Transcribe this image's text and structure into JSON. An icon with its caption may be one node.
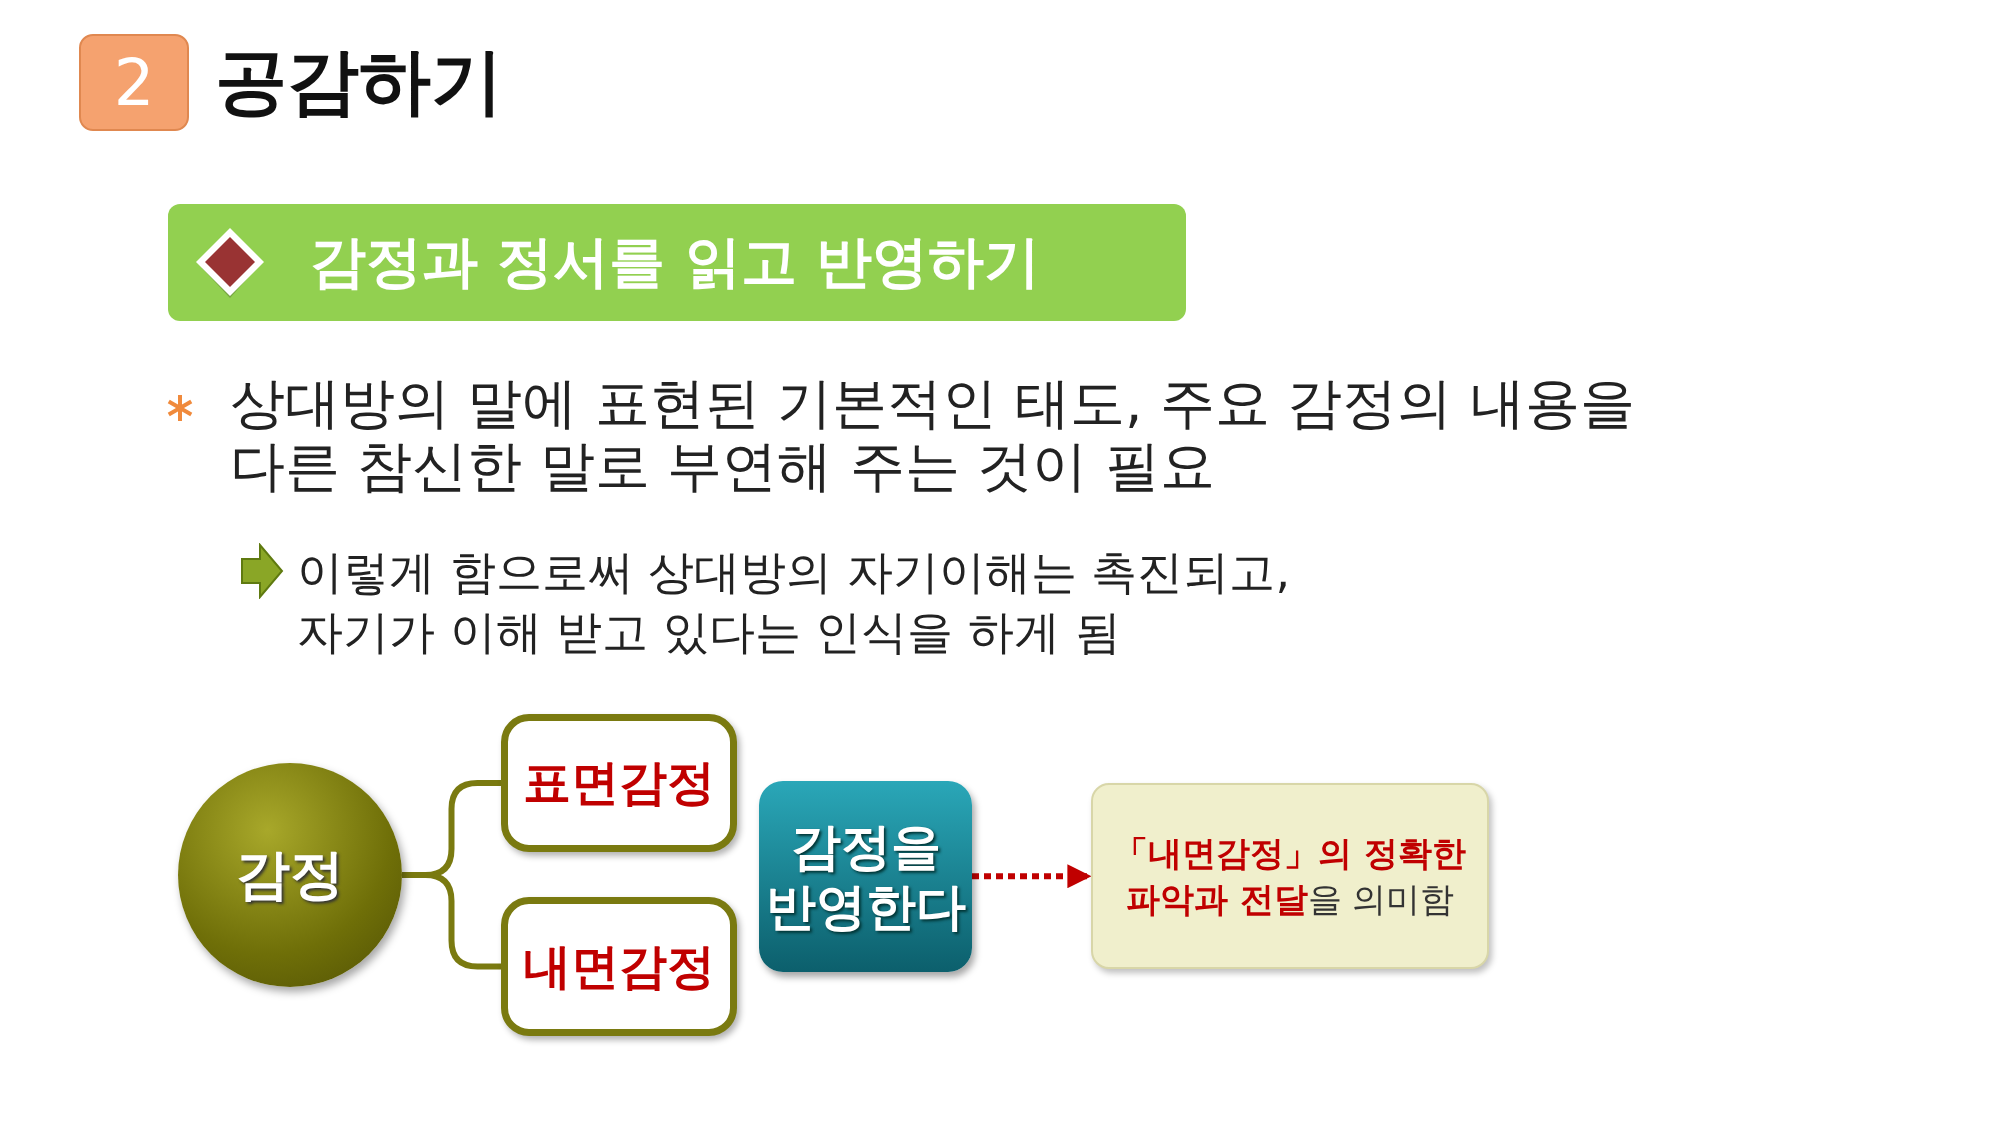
{
  "diagram": {
    "title": "공감하기",
    "nodes": [
      {
        "text": [
          "2"
        ]
      },
      {
        "text": [
          "감정과 정서를 읽고 반영하기"
        ]
      },
      {
        "text": [
          "감정"
        ]
      },
      {
        "text": [
          "표면감정"
        ]
      },
      {
        "text": [
          "내면감정"
        ]
      },
      {
        "text": [
          "감정을 반영한다"
        ]
      },
      {
        "text": [
          "**「내면감정」의 정확한 파악과 전달**을 의미함"
        ]
      }
    ],
    "edges": [
      {
        "from": 2,
        "to": 3,
        "arrow": "none"
      },
      {
        "from": 2,
        "to": 4,
        "arrow": "none"
      },
      {
        "from": 5,
        "to": 6,
        "arrow": "to",
        "style": "dashed",
        "color": "#c00000"
      }
    ],
    "labels": [
      "상대방의 말에 표현된 기본적인 태도, 주요 감정의 내용을 다른 참신한 말로 부연해 주는 것이 필요",
      "이렇게 함으로써 상대방의 자기이해는 촉진되고, 자기가 이해 받고 있다는 인식을 하게 됨"
    ]
  }
}
